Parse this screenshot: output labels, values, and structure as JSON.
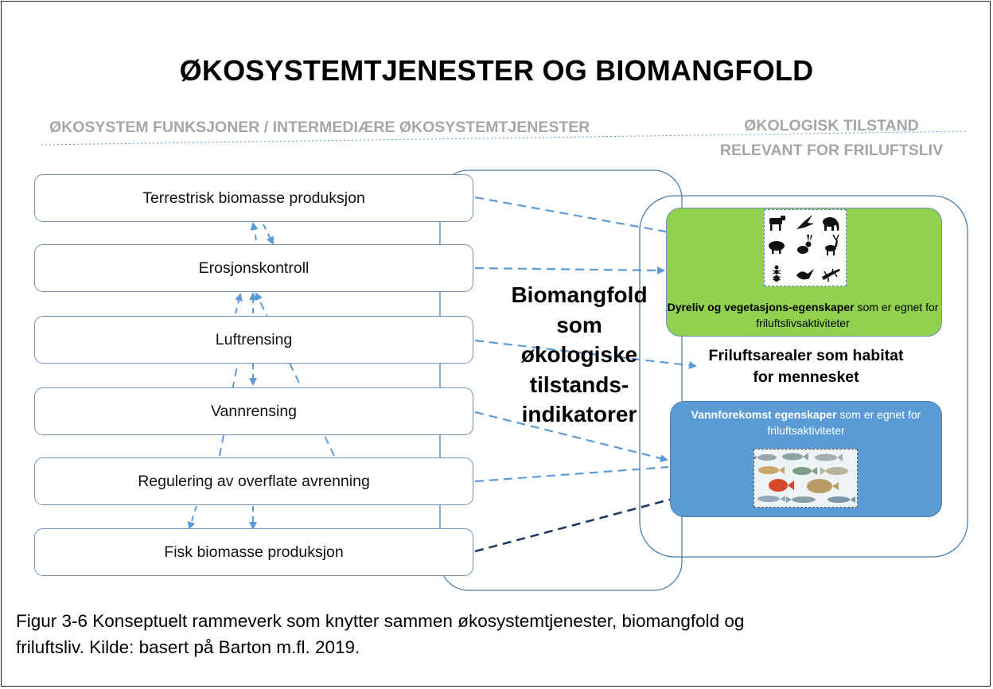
{
  "title": "ØKOSYSTEMTJENESTER OG BIOMANGFOLD",
  "left_header": "ØKOSYSTEM FUNKSJONER / INTERMEDIÆRE ØKOSYSTEMTJENESTER",
  "right_header": {
    "line1": "ØKOLOGISK TILSTAND",
    "line2": "RELEVANT FOR FRILUFTSLIV"
  },
  "functions": [
    "Terrestrisk biomasse produksjon",
    "Erosjonskontroll",
    "Luftrensing",
    "Vannrensing",
    "Regulering av overflate avrenning",
    "Fisk biomasse produksjon"
  ],
  "biomangfold": [
    "Biomangfold",
    "som",
    "økologiske",
    "tilstands-",
    "indikatorer"
  ],
  "green_box": {
    "bold": "Dyreliv og vegetasjons-egenskaper",
    "rest": "  som er egnet for friluftslivsaktiviteter"
  },
  "habitat": {
    "line1": "Friluftsarealer som habitat",
    "line2": "for mennesket"
  },
  "blue_box": {
    "bold": "Vannforekomst egenskaper",
    "rest": " som er egnet for friluftsaktiviteter"
  },
  "caption": {
    "line1": "Figur 3-6  Konseptuelt rammeverk som knytter sammen økosystemtjenester, biomangfold og",
    "line2": "friluftsliv.   Kilde: basert på Barton m.fl. 2019."
  },
  "colors": {
    "connector": "#5b9bd5",
    "connector_dark": "#1f3864",
    "green_fill": "#92d050",
    "blue_fill": "#5b9bd5",
    "header_grey": "#a6a6a6"
  },
  "icons": {
    "animals": [
      "cow-icon",
      "bird-icon",
      "elephant-icon",
      "pig-icon",
      "rabbit-icon",
      "deer-icon",
      "ant-icon",
      "duck-icon",
      "lizard-icon"
    ],
    "fish": "fish-collage-icon"
  }
}
